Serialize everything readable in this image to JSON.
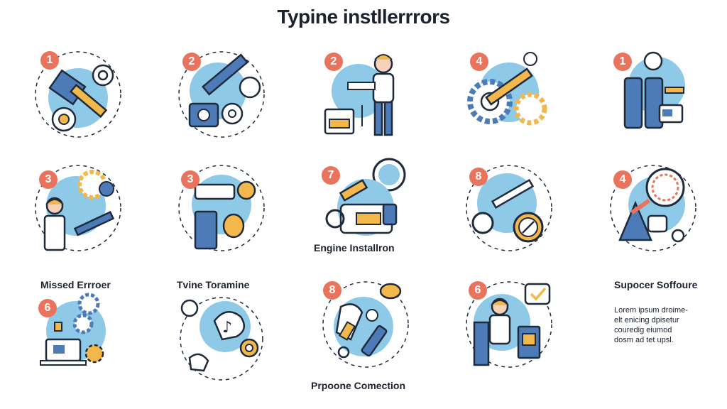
{
  "title": "Typine instllerrrors",
  "tiles": [
    {
      "badge": "1",
      "icon": "hammer-gear-icon"
    },
    {
      "badge": "2",
      "icon": "wrench-engine-icon"
    },
    {
      "badge": "2",
      "icon": "worker-engine-icon"
    },
    {
      "badge": "4",
      "icon": "gears-tool-icon"
    },
    {
      "badge": "1",
      "icon": "worker-uniform-icon"
    },
    {
      "badge": "3",
      "icon": "worker-gears-icon"
    },
    {
      "badge": "3",
      "icon": "machine-parts-icon"
    },
    {
      "badge": "7",
      "icon": "engine-magnifier-icon"
    },
    {
      "badge": "8",
      "icon": "tools-magnifier-icon"
    },
    {
      "badge": "4",
      "icon": "wheel-tools-icon"
    },
    {
      "badge": "6",
      "icon": "computer-gears-icon"
    },
    {
      "badge": "",
      "icon": "bulb-music-icon"
    },
    {
      "badge": "8",
      "icon": "hand-tools-icon"
    },
    {
      "badge": "6",
      "icon": "worker-check-icon"
    }
  ],
  "labels": {
    "engine": "Engine Installron",
    "missed": "Missed Errroer",
    "turbine": "Tvine Toramine",
    "supocer": "Supocer Soffoure",
    "proper": "Prpoone Comection"
  },
  "description": "Lorem ipsum droime-\nelt enicing dpisetur\ncouredig eiumod\ndosm ad tet upsl.",
  "colors": {
    "accent": "#e9735c",
    "blue": "#8fc9e8",
    "dark_blue": "#4d7bb8",
    "yellow": "#f2b84b",
    "outline": "#1f2a3a"
  }
}
